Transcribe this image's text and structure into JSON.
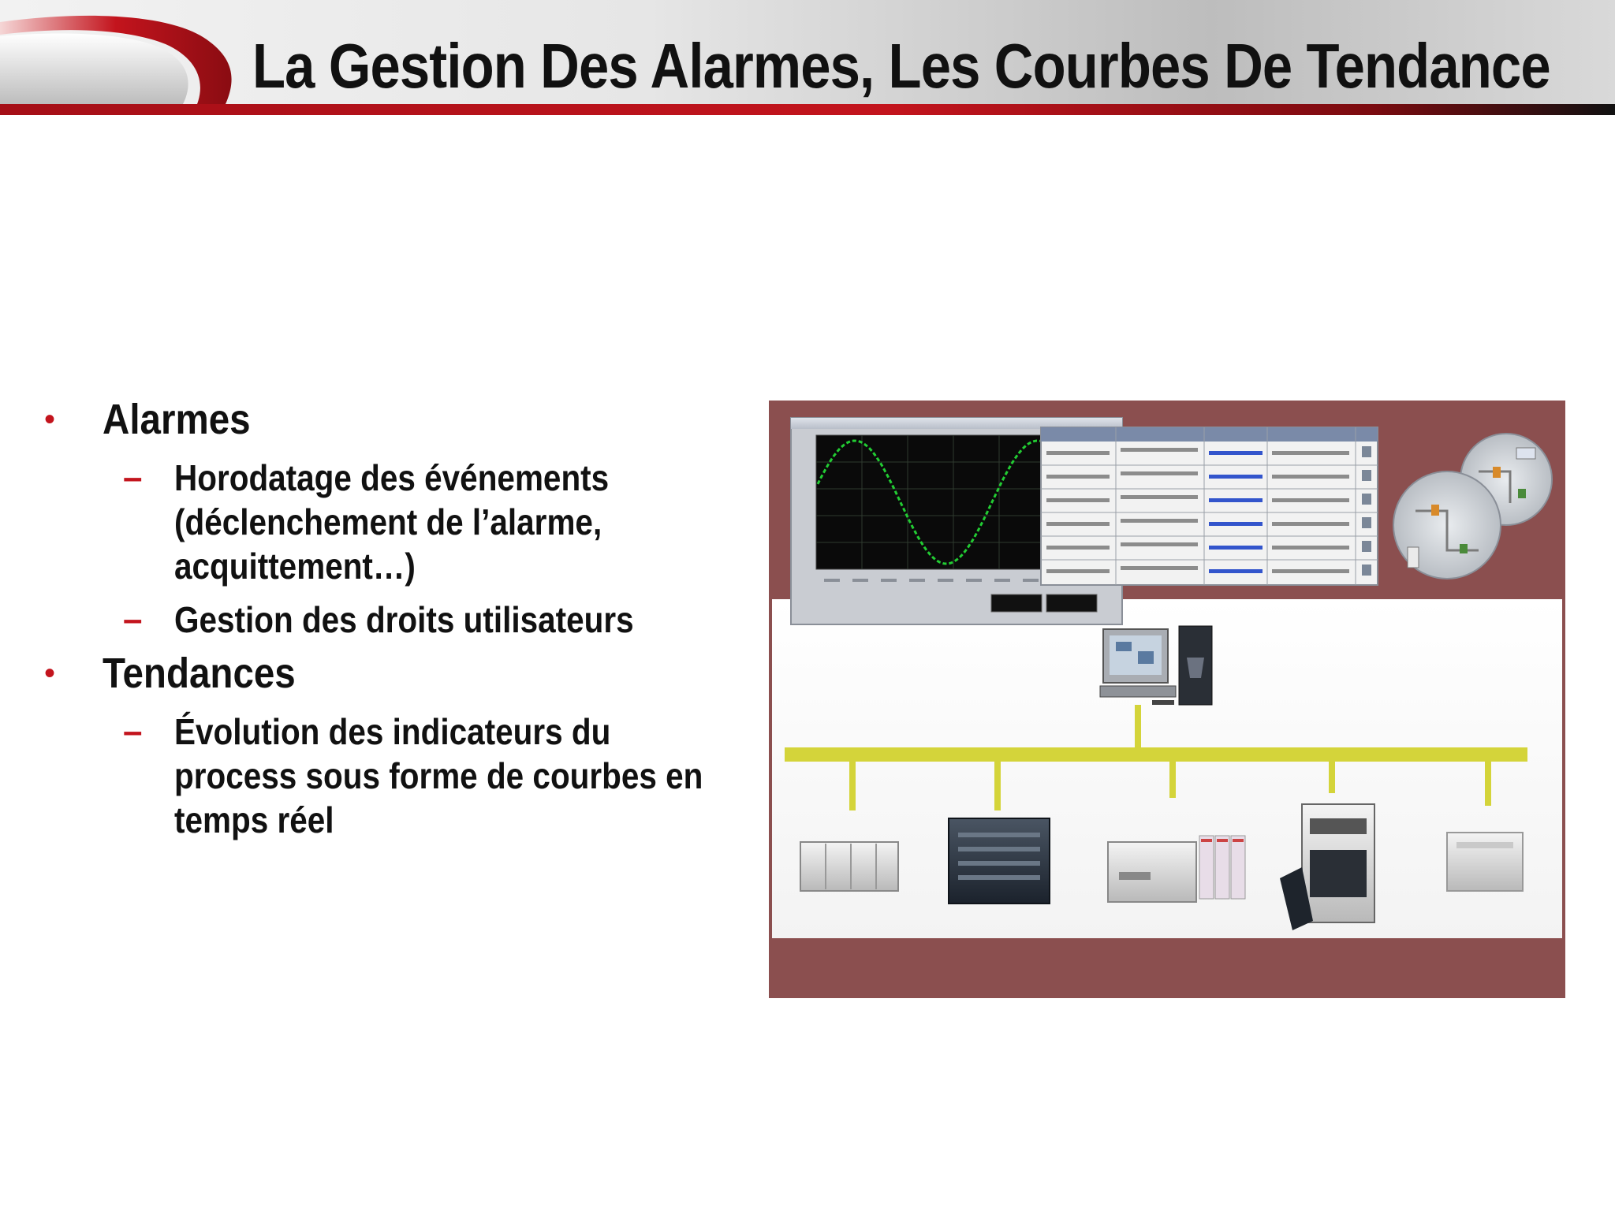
{
  "slide": {
    "title": "La Gestion Des Alarmes, Les Courbes De Tendance"
  },
  "bullets": [
    {
      "text": "Alarmes",
      "sub": [
        {
          "lines": [
            "Horodatage des événements",
            "(déclenchement de l’alarme,",
            "acquittement…)"
          ]
        },
        {
          "lines": [
            "Gestion des droits utilisateurs"
          ]
        }
      ]
    },
    {
      "text": "Tendances",
      "sub": [
        {
          "lines": [
            "Évolution des indicateurs du",
            "process sous forme de courbes en",
            "temps réel"
          ]
        }
      ]
    }
  ],
  "markers": {
    "bullet": "•",
    "dash": "–"
  },
  "colors": {
    "accent_red": "#c3141d",
    "frame_brown": "#8b4f4f",
    "bus_yellow": "#d4d43a",
    "trend_green": "#22cc33"
  },
  "picture": {
    "icons": [
      "trend-window-icon",
      "alarm-table-icon",
      "synoptic-circle-icon",
      "workstation-icon",
      "plc-icon"
    ],
    "trend_curve": {
      "type": "sine",
      "cycles": 1.25
    }
  }
}
